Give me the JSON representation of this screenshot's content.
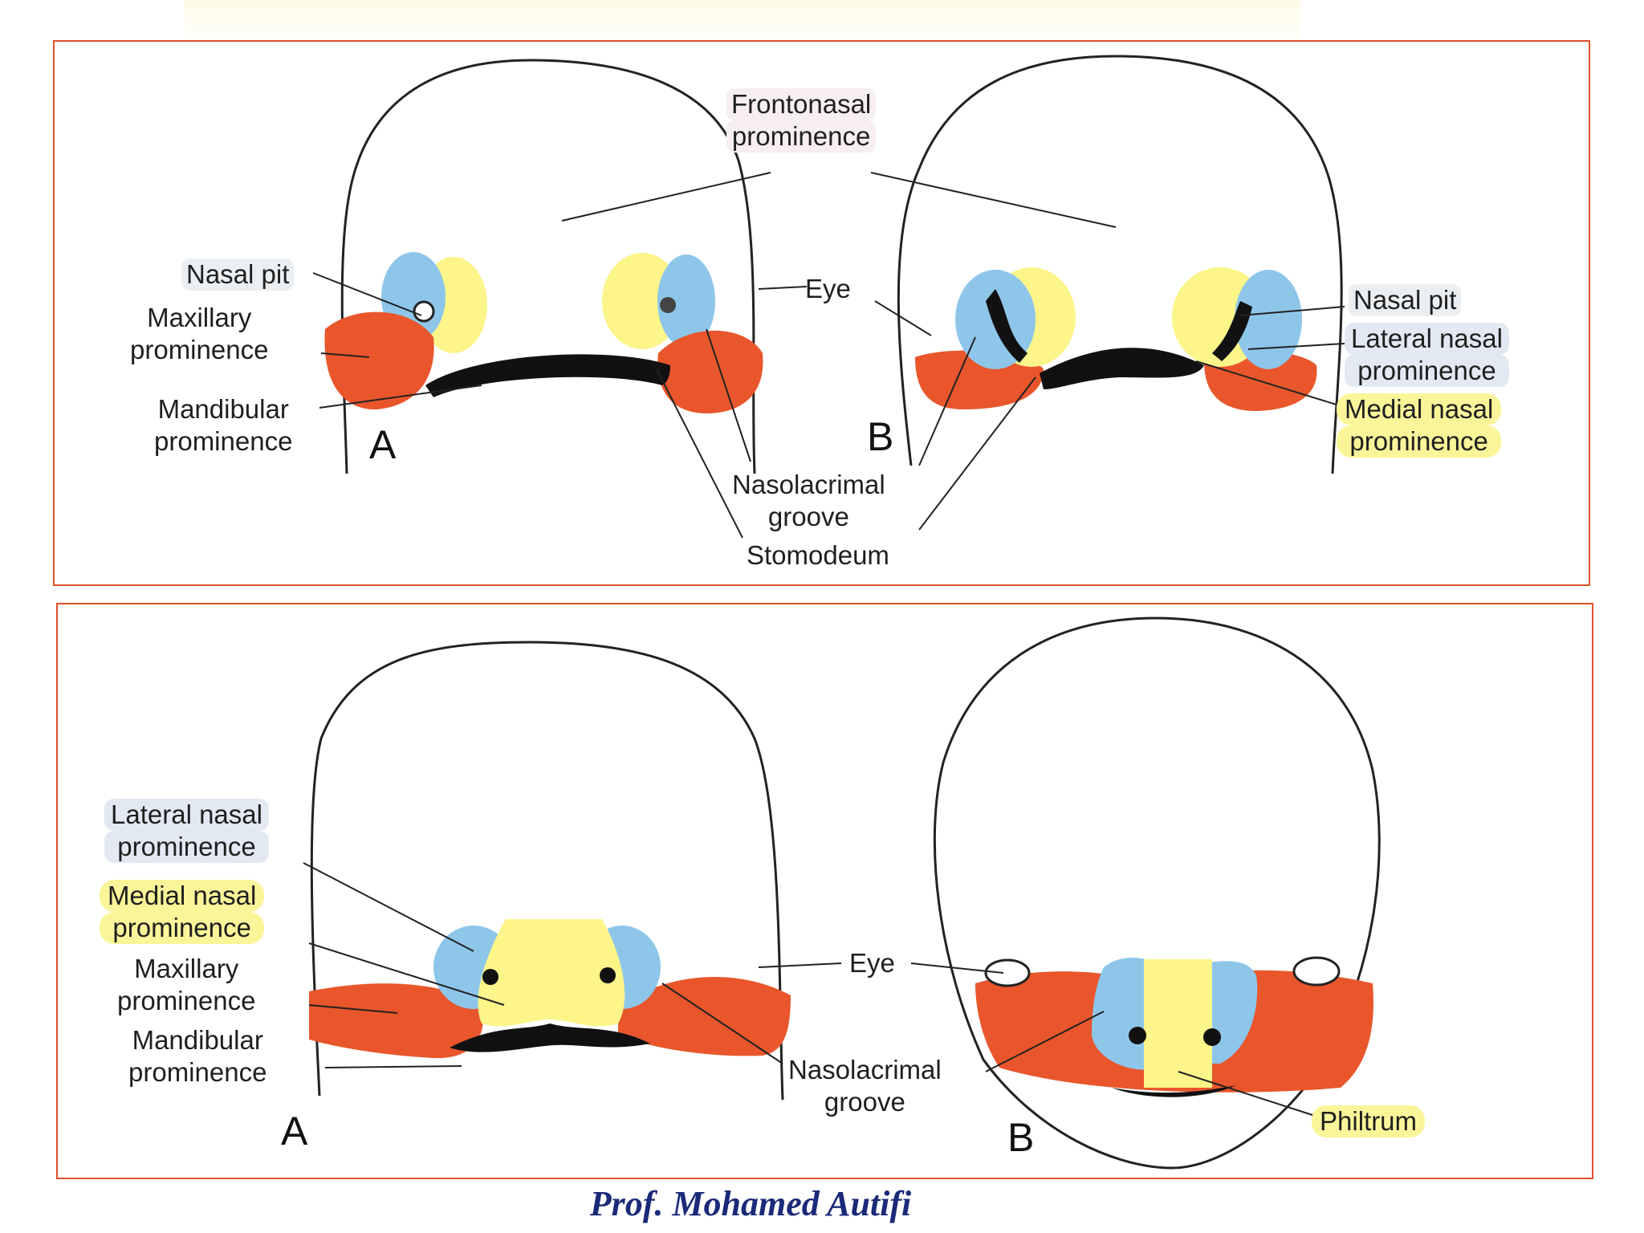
{
  "colors": {
    "border": "#e0502a",
    "maxillary": "#e9562c",
    "lateral_nasal": "#8ec6ea",
    "medial_nasal": "#fbf58a",
    "stomodeum": "#111111",
    "signature": "#1b2a78"
  },
  "top_panel": {
    "label_a": "A",
    "label_b": "B",
    "frontonasal": [
      "Frontonasal",
      "prominence"
    ],
    "nasal_pit_left": "Nasal pit",
    "maxillary_left": [
      "Maxillary",
      "prominence"
    ],
    "mandibular_left": [
      "Mandibular",
      "prominence"
    ],
    "eye": "Eye",
    "nasal_pit_right": "Nasal pit",
    "lateral_nasal_right": [
      "Lateral nasal",
      "prominence"
    ],
    "medial_nasal_right": [
      "Medial nasal",
      "prominence"
    ],
    "nasolacrimal": [
      "Nasolacrimal",
      "groove"
    ],
    "stomodeum": "Stomodeum"
  },
  "bottom_panel": {
    "label_a": "A",
    "label_b": "B",
    "lateral_nasal": [
      "Lateral nasal",
      "prominence"
    ],
    "medial_nasal": [
      "Medial nasal",
      "prominence"
    ],
    "maxillary": [
      "Maxillary",
      "prominence"
    ],
    "mandibular": [
      "Mandibular",
      "prominence"
    ],
    "eye": "Eye",
    "nasolacrimal": [
      "Nasolacrimal",
      "groove"
    ],
    "philtrum": "Philtrum"
  },
  "signature": "Prof. Mohamed Autifi"
}
